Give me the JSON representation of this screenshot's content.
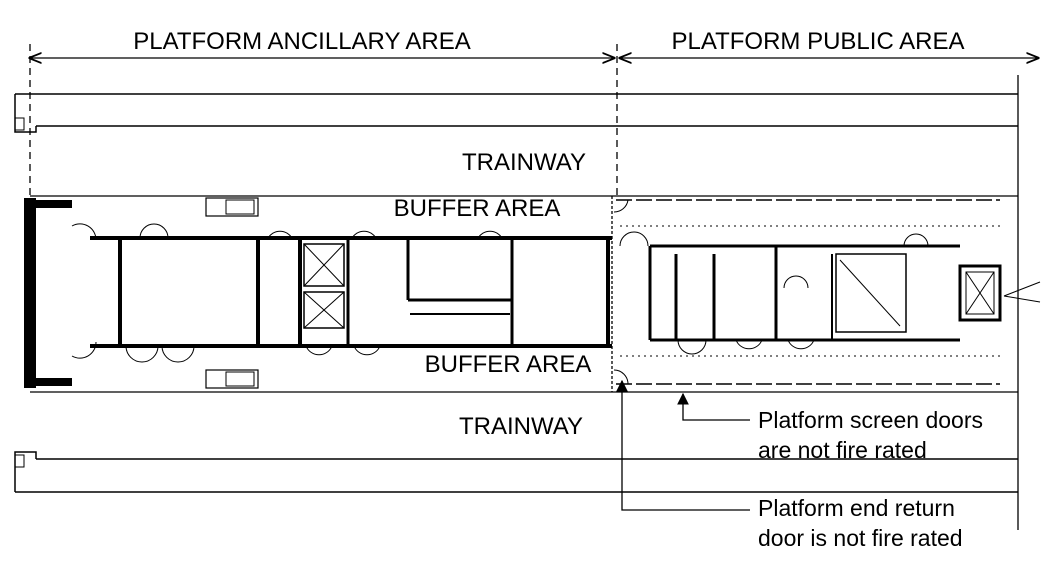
{
  "zones": {
    "ancillary": "PLATFORM ANCILLARY AREA",
    "public": "PLATFORM PUBLIC AREA"
  },
  "labels": {
    "trainway_top": "TRAINWAY",
    "trainway_bottom": "TRAINWAY",
    "buffer_top": "BUFFER AREA",
    "buffer_bottom": "BUFFER AREA"
  },
  "notes": {
    "screen_doors_line1": "Platform screen doors",
    "screen_doors_line2": "are not fire rated",
    "end_door_line1": "Platform end return",
    "end_door_line2": "door is not fire rated"
  }
}
